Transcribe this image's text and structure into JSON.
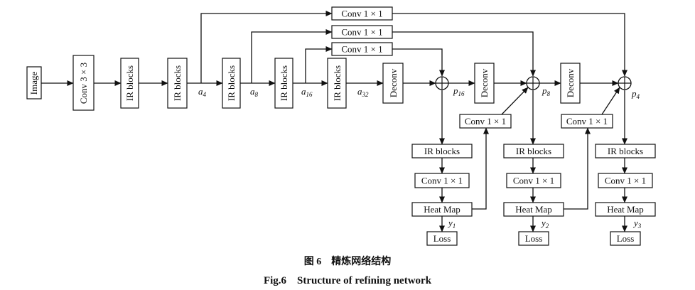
{
  "labels": {
    "image": "Image",
    "conv3": "Conv 3 × 3",
    "ir": "IR blocks",
    "conv1": "Conv 1 × 1",
    "deconv": "Deconv",
    "heatmap": "Heat Map",
    "loss": "Loss"
  },
  "vars": {
    "a4": [
      "a",
      "4"
    ],
    "a8": [
      "a",
      "8"
    ],
    "a16": [
      "a",
      "16"
    ],
    "a32": [
      "a",
      "32"
    ],
    "p16": [
      "p",
      "16"
    ],
    "p8": [
      "p",
      "8"
    ],
    "p4": [
      "p",
      "4"
    ],
    "y1": [
      "y",
      "1"
    ],
    "y2": [
      "y",
      "2"
    ],
    "y3": [
      "y",
      "3"
    ]
  },
  "caption": {
    "cn": "图 6    精炼网络结构",
    "en": "Fig.6    Structure of refining network"
  }
}
